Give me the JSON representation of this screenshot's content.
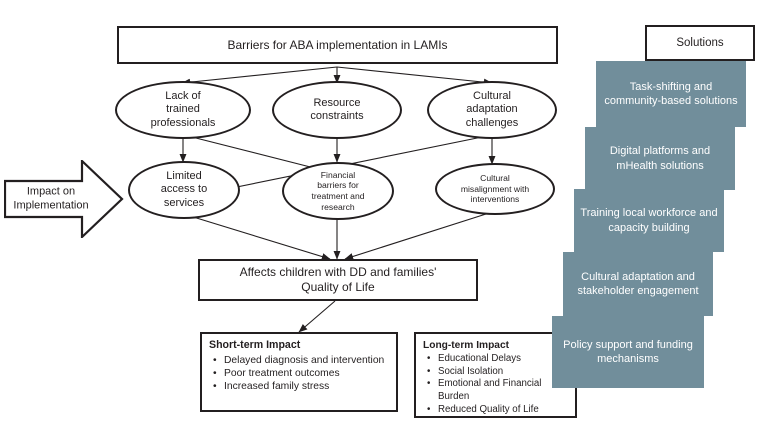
{
  "diagram": {
    "title": "Barriers for ABA implementation in LAMIs",
    "impact_arrow_label": "Impact on\nImplementation",
    "barriers_primary": [
      "Lack of\ntrained\nprofessionals",
      "Resource\nconstraints",
      "Cultural\nadaptation\nchallenges"
    ],
    "barriers_secondary": [
      "Limited\naccess to\nservices",
      "Financial\nbarriers for\ntreatment and\nresearch",
      "Cultural\nmisalignment with\ninterventions"
    ],
    "outcome": "Affects children with DD and families'\nQuality of Life",
    "short_term": {
      "heading": "Short-term Impact",
      "items": [
        "Delayed diagnosis and intervention",
        "Poor treatment outcomes",
        "Increased family stress"
      ]
    },
    "long_term": {
      "heading": "Long-term Impact",
      "items": [
        "Educational Delays",
        "Social Isolation",
        "Emotional and Financial Burden",
        "Reduced Quality of Life"
      ]
    },
    "solutions": {
      "heading": "Solutions",
      "items": [
        "Task-shifting and community-based solutions",
        "Digital platforms and mHealth solutions",
        "Training local workforce and capacity building",
        "Cultural adaptation and stakeholder engagement",
        "Policy support and funding mechanisms"
      ]
    },
    "colors": {
      "solution_fill": "#718e9b",
      "solution_text": "#ffffff",
      "stroke": "#231f20",
      "background": "#ffffff"
    }
  }
}
